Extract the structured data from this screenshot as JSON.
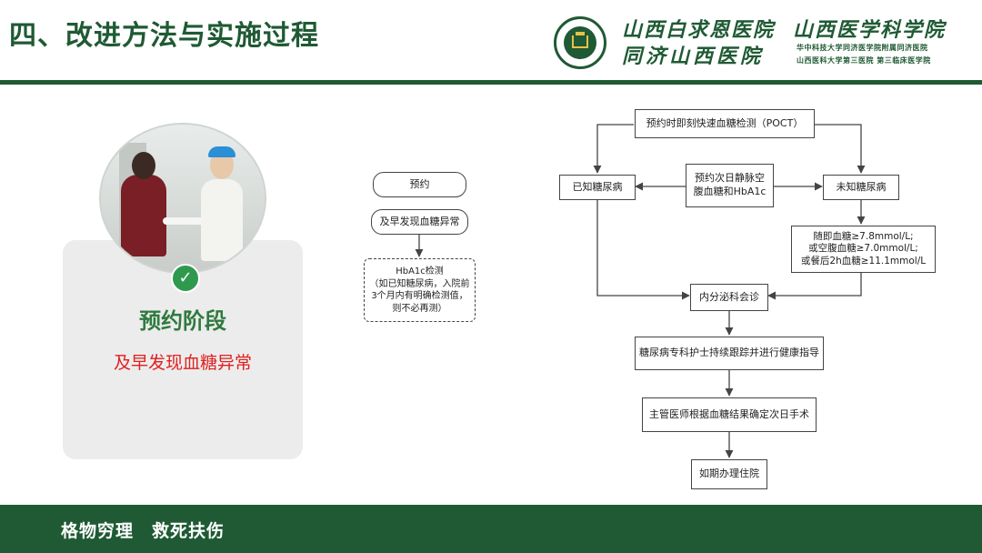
{
  "header": {
    "title": "四、改进方法与实施过程",
    "hospital_line1": "山西白求恩医院",
    "hospital_line2": "同济山西医院",
    "college_name": "山西医学科学院",
    "affil_line1": "华中科技大学同济医学院附属同济医院",
    "affil_line2": "山西医科大学第三医院 第三临床医学院"
  },
  "stage_card": {
    "title": "预约阶段",
    "subtitle": "及早发现血糖异常"
  },
  "left_flow": {
    "step1": "预约",
    "step2": "及早发现血糖异常",
    "step3": "HbA1c检测\n（如已知糖尿病，入院前3个月内有明确检测值，则不必再测）"
  },
  "main_flow": {
    "poct": "预约时即刻快速血糖检测（POCT）",
    "known": "已知糖尿病",
    "next_day": "预约次日静脉空腹血糖和HbA1c",
    "unknown": "未知糖尿病",
    "criteria": "随即血糖≥7.8mmol/L;\n或空腹血糖≥7.0mmol/L;\n或餐后2h血糖≥11.1mmol/L",
    "consult": "内分泌科会诊",
    "nurse": "糖尿病专科护士持续跟踪并进行健康指导",
    "doctor": "主管医师根据血糖结果确定次日手术",
    "admit": "如期办理住院"
  },
  "footer": {
    "motto": "格物穷理　救死扶伤"
  },
  "colors": {
    "brand_green": "#1f5a34",
    "accent_red": "#e02020",
    "check_green": "#2f9a4e"
  }
}
